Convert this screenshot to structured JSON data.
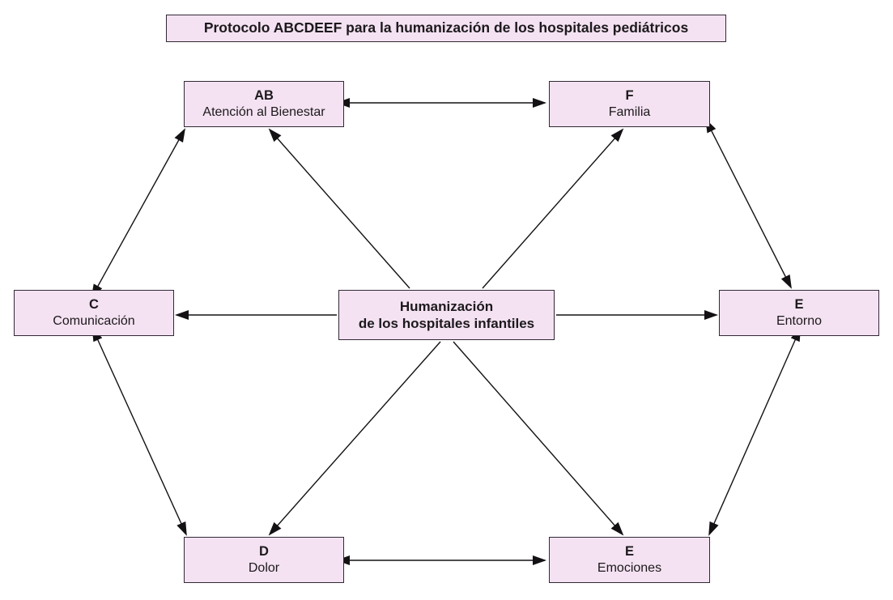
{
  "title": "Protocolo ABCDEEF para la humanización de los hospitales pediátricos",
  "nodes": {
    "ab": {
      "letter": "AB",
      "label": "Atención al Bienestar"
    },
    "f": {
      "letter": "F",
      "label": "Familia"
    },
    "c": {
      "letter": "C",
      "label": "Comunicación"
    },
    "entorno": {
      "letter": "E",
      "label": "Entorno"
    },
    "d": {
      "letter": "D",
      "label": "Dolor"
    },
    "emociones": {
      "letter": "E",
      "label": "Emociones"
    },
    "center": {
      "line1": "Humanización",
      "line2": "de los hospitales infantiles"
    }
  },
  "edges": [
    {
      "from": "ab",
      "to": "f",
      "type": "double"
    },
    {
      "from": "d",
      "to": "emociones",
      "type": "double"
    },
    {
      "from": "c",
      "to": "ab",
      "type": "double"
    },
    {
      "from": "c",
      "to": "d",
      "type": "double"
    },
    {
      "from": "f",
      "to": "entorno",
      "type": "double"
    },
    {
      "from": "entorno",
      "to": "emociones",
      "type": "double"
    },
    {
      "from": "center",
      "to": "c",
      "type": "single"
    },
    {
      "from": "center",
      "to": "entorno",
      "type": "single"
    },
    {
      "from": "center",
      "to": "ab",
      "type": "single"
    },
    {
      "from": "center",
      "to": "f",
      "type": "single"
    },
    {
      "from": "center",
      "to": "d",
      "type": "single"
    },
    {
      "from": "center",
      "to": "emociones",
      "type": "single"
    }
  ],
  "colors": {
    "box_fill": "#f4e2f2",
    "box_border": "#322836",
    "arrow": "#141114",
    "background": "#ffffff"
  }
}
